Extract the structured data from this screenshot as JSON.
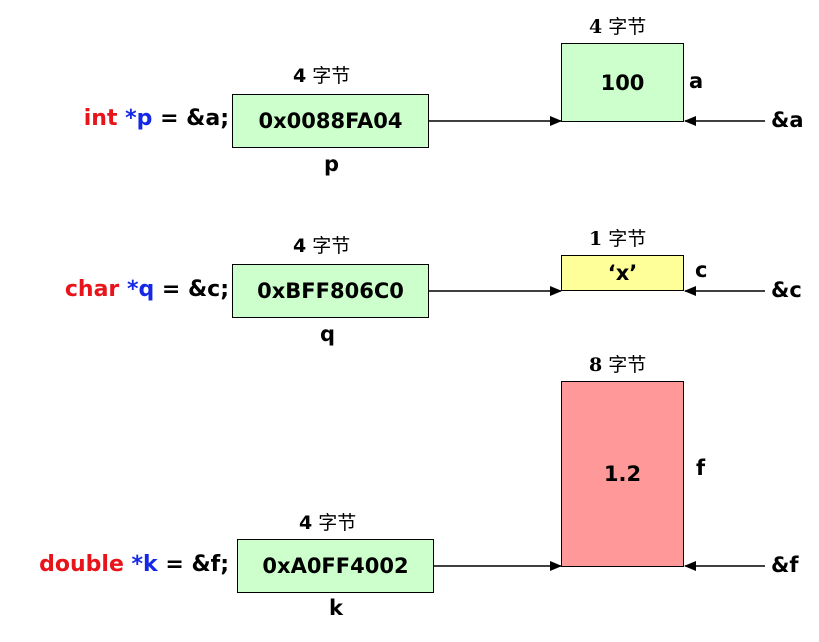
{
  "rows": [
    {
      "type_kw": "int",
      "ptr_name": "*p",
      "assign_text": " = &a;",
      "ptr_value": "0x0088FA04",
      "ptr_size": {
        "num": "4",
        "unit": "字节"
      },
      "ptr_label": "p",
      "var_value": "100",
      "var_size": {
        "num": "4",
        "unit": "字节"
      },
      "var_label": "a",
      "addr_label": "&a",
      "var_color": "#ccffcc"
    },
    {
      "type_kw": "char",
      "ptr_name": "*q",
      "assign_text": " = &c;",
      "ptr_value": "0xBFF806C0",
      "ptr_size": {
        "num": "4",
        "unit": "字节"
      },
      "ptr_label": "q",
      "var_value": "‘x’",
      "var_size": {
        "num": "1",
        "unit": "字节"
      },
      "var_label": "c",
      "addr_label": "&c",
      "var_color": "#ffff99"
    },
    {
      "type_kw": "double",
      "ptr_name": "*k",
      "assign_text": " = &f;",
      "ptr_value": "0xA0FF4002",
      "ptr_size": {
        "num": "4",
        "unit": "字节"
      },
      "ptr_label": "k",
      "var_value": "1.2",
      "var_size": {
        "num": "8",
        "unit": "字节"
      },
      "var_label": "f",
      "addr_label": "&f",
      "var_color": "#ff9999"
    }
  ],
  "colors": {
    "keyword": "#e8141b",
    "pointer": "#1428e6",
    "pointer_box": "#ccffcc"
  }
}
